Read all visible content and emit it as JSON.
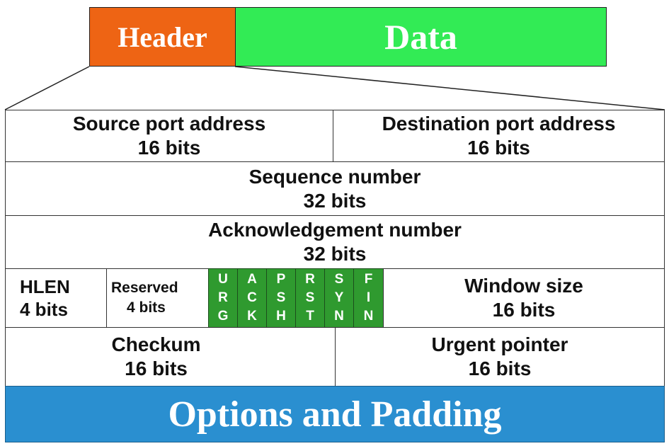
{
  "segment": {
    "header_label": "Header",
    "data_label": "Data",
    "header_color": "#ee6414",
    "data_color": "#32eb55"
  },
  "header_fields": {
    "source_port": {
      "name": "Source port address",
      "size": "16 bits"
    },
    "destination_port": {
      "name": "Destination port address",
      "size": "16 bits"
    },
    "sequence_number": {
      "name": "Sequence number",
      "size": "32 bits"
    },
    "acknowledgement_number": {
      "name": "Acknowledgement number",
      "size": "32 bits"
    },
    "hlen": {
      "name": "HLEN",
      "size": "4 bits"
    },
    "reserved": {
      "name": "Reserved",
      "size": "4 bits"
    },
    "flags": [
      {
        "letters": [
          "U",
          "R",
          "G"
        ]
      },
      {
        "letters": [
          "A",
          "C",
          "K"
        ]
      },
      {
        "letters": [
          "P",
          "S",
          "H"
        ]
      },
      {
        "letters": [
          "R",
          "S",
          "T"
        ]
      },
      {
        "letters": [
          "S",
          "Y",
          "N"
        ]
      },
      {
        "letters": [
          "F",
          "I",
          "N"
        ]
      }
    ],
    "flag_color": "#2f9a2f",
    "window_size": {
      "name": "Window size",
      "size": "16 bits"
    },
    "checksum": {
      "name": "Checkum",
      "size": "16 bits"
    },
    "urgent_pointer": {
      "name": "Urgent pointer",
      "size": "16 bits"
    },
    "options": {
      "name": "Options and Padding"
    },
    "options_color": "#2a8fd0"
  }
}
